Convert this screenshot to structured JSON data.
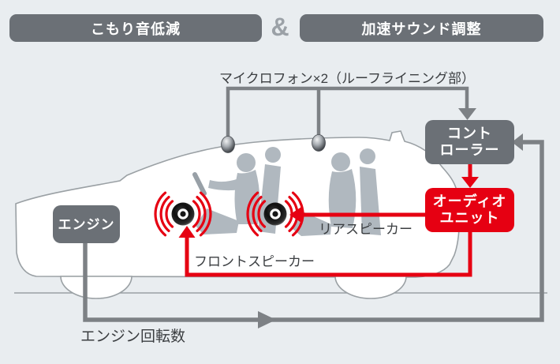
{
  "banner": {
    "noise_reduction": "こもり音低減",
    "ampersand": "&",
    "sound_tuning": "加速サウンド調整"
  },
  "car_system": {
    "microphone_label": "マイクロフォン×2（ルーフライニング部）",
    "engine": "エンジン",
    "controller": {
      "line1": "コント",
      "line2": "ローラー"
    },
    "audio_unit": {
      "line1": "オーディオ",
      "line2": "ユニット"
    },
    "front_speaker_label": "フロントスピーカー",
    "rear_speaker_label": "リアスピーカー",
    "engine_rpm_label": "エンジン回転数"
  },
  "icons": {
    "microphones": "microphone-dot-icon",
    "speakers": "speaker-cone-icon",
    "sound_waves": "sound-wave-arcs-icon",
    "arrows": "flow-arrowhead-icon"
  },
  "colors": {
    "accent_red": "#e60012",
    "box_gray": "#6b7076",
    "line_gray": "#7d8185",
    "amp_gray": "#9ba1a7",
    "background": "#e9edf0",
    "label_text": "#3b3e41",
    "car_outline": "#9aa0a4",
    "silhouette": "#b0b8bf"
  }
}
